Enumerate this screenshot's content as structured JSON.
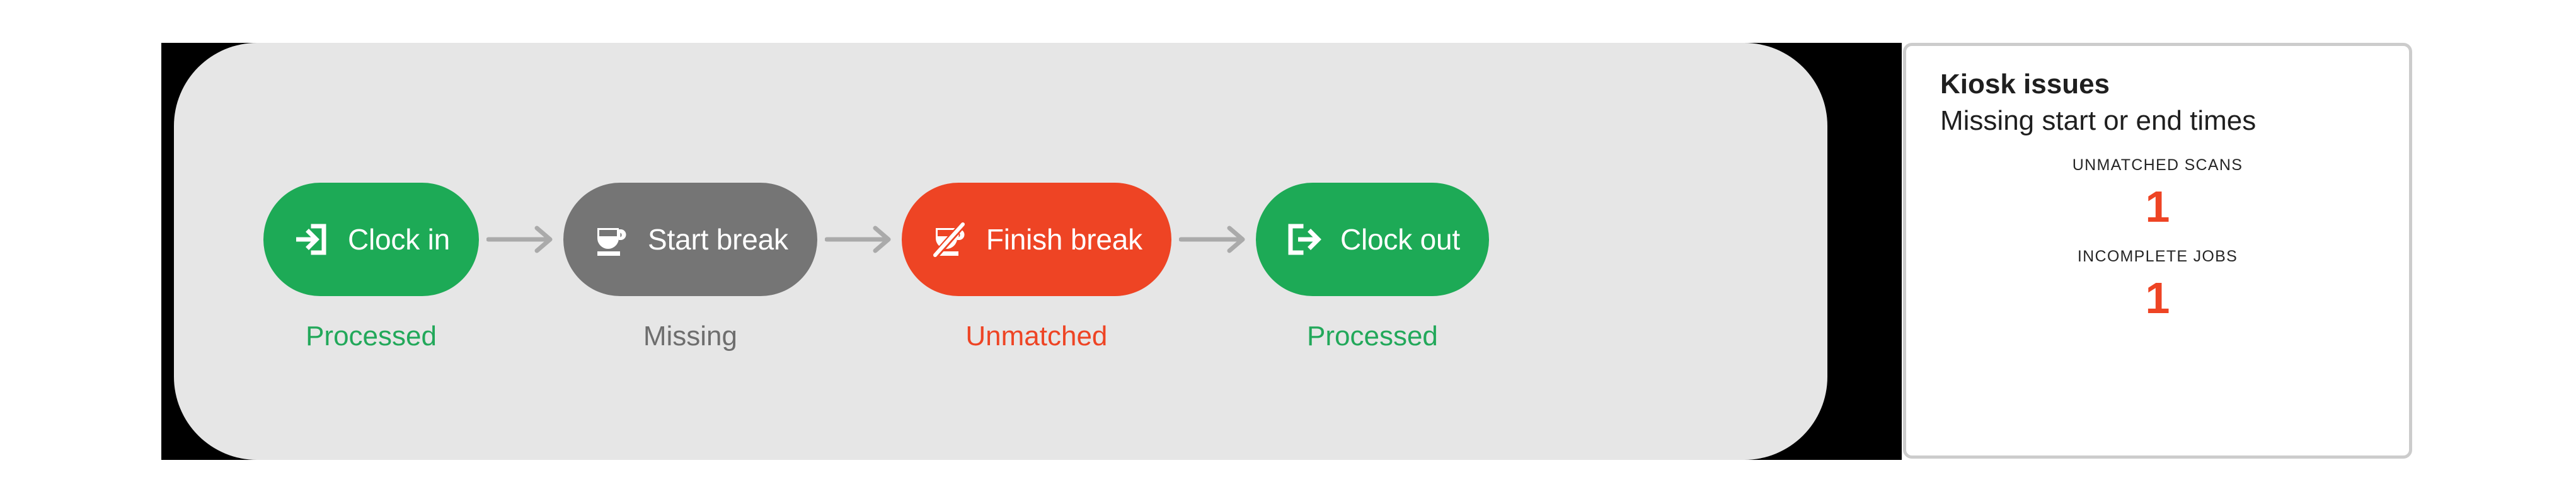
{
  "panel": {
    "background_color": "#e6e6e6",
    "backdrop_color": "#000000"
  },
  "timeline": {
    "connector_icon": "arrow-right-icon",
    "steps": [
      {
        "id": "clock-in",
        "label": "Clock in",
        "icon": "clock-in-arrow-icon",
        "color": "#1daa56",
        "tone": "green",
        "status": "Processed",
        "status_color": "#22a85a",
        "status_tone": "s-green"
      },
      {
        "id": "start-break",
        "label": "Start break",
        "icon": "coffee-cup-icon",
        "color": "#757575",
        "tone": "grey",
        "status": "Missing",
        "status_color": "#6e6e6e",
        "status_tone": "s-grey"
      },
      {
        "id": "finish-break",
        "label": "Finish break",
        "icon": "coffee-cup-slashed-icon",
        "color": "#ee4424",
        "tone": "red",
        "status": "Unmatched",
        "status_color": "#ee4424",
        "status_tone": "s-red"
      },
      {
        "id": "clock-out",
        "label": "Clock out",
        "icon": "clock-out-arrow-icon",
        "color": "#1daa56",
        "tone": "green",
        "status": "Processed",
        "status_color": "#22a85a",
        "status_tone": "s-green"
      }
    ]
  },
  "kiosk_card": {
    "heading": "Kiosk issues",
    "subheading": "Missing start or end times",
    "border_color": "#cccccc",
    "accent_color": "#ee4424",
    "stats": [
      {
        "id": "unmatched-scans",
        "label": "UNMATCHED SCANS",
        "value": "1"
      },
      {
        "id": "incomplete-jobs",
        "label": "INCOMPLETE JOBS",
        "value": "1"
      }
    ]
  }
}
